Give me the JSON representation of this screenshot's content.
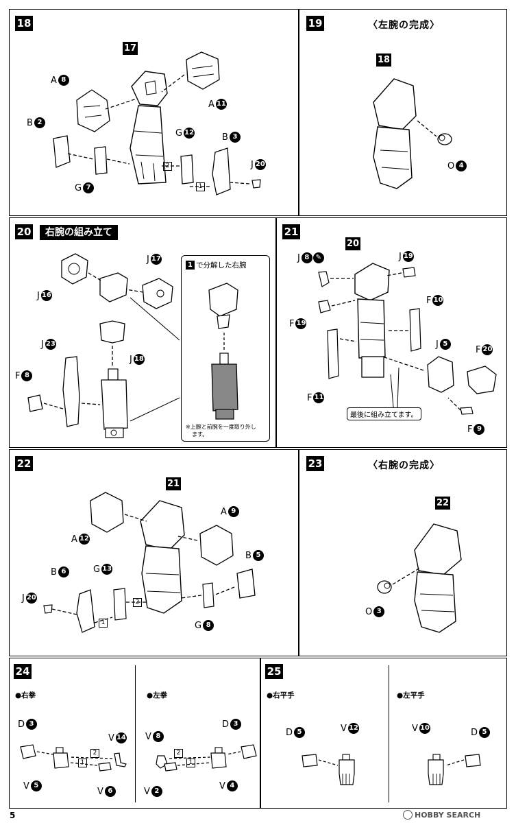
{
  "page_number": "5",
  "watermark": "HOBBY SEARCH",
  "steps": {
    "s18": {
      "num": "18"
    },
    "s19": {
      "num": "19",
      "title": "〈左腕の完成〉"
    },
    "s20": {
      "num": "20",
      "title": "右腕の組み立て",
      "inset_head_num": "1",
      "inset_head": "で分解した右腕",
      "inset_note_1": "※上腕と前腕を一度取り外し",
      "inset_note_2": "ます。"
    },
    "s21": {
      "num": "21",
      "callout": "最後に組み立てます。"
    },
    "s22": {
      "num": "22"
    },
    "s23": {
      "num": "23",
      "title": "〈右腕の完成〉"
    },
    "s24": {
      "num": "24",
      "sub_left": "●右拳",
      "sub_right": "●左拳"
    },
    "s25": {
      "num": "25",
      "sub_left": "●右平手",
      "sub_right": "●左平手"
    }
  },
  "labels": {
    "p18": [
      {
        "letter": "A",
        "n": "8"
      },
      {
        "letter": "A",
        "n": "11"
      },
      {
        "letter": "B",
        "n": "2"
      },
      {
        "letter": "G",
        "n": "12"
      },
      {
        "letter": "B",
        "n": "3"
      },
      {
        "letter": "J",
        "n": "20"
      },
      {
        "letter": "G",
        "n": "7"
      },
      {
        "letter": "",
        "n": "17"
      }
    ],
    "p19": [
      {
        "letter": "",
        "n": "18"
      },
      {
        "letter": "O",
        "n": "4"
      }
    ],
    "p20": [
      {
        "letter": "J",
        "n": "16"
      },
      {
        "letter": "J",
        "n": "17"
      },
      {
        "letter": "J",
        "n": "18"
      },
      {
        "letter": "J",
        "n": "23"
      },
      {
        "letter": "F",
        "n": "8"
      }
    ],
    "p21": [
      {
        "letter": "J",
        "n": "8"
      },
      {
        "letter": "",
        "n": "20"
      },
      {
        "letter": "J",
        "n": "19"
      },
      {
        "letter": "F",
        "n": "10"
      },
      {
        "letter": "F",
        "n": "19"
      },
      {
        "letter": "J",
        "n": "5"
      },
      {
        "letter": "F",
        "n": "20"
      },
      {
        "letter": "F",
        "n": "11"
      },
      {
        "letter": "F",
        "n": "9"
      }
    ],
    "p22": [
      {
        "letter": "",
        "n": "21"
      },
      {
        "letter": "A",
        "n": "9"
      },
      {
        "letter": "A",
        "n": "12"
      },
      {
        "letter": "B",
        "n": "5"
      },
      {
        "letter": "B",
        "n": "6"
      },
      {
        "letter": "G",
        "n": "13"
      },
      {
        "letter": "J",
        "n": "20"
      },
      {
        "letter": "G",
        "n": "8"
      }
    ],
    "p23": [
      {
        "letter": "",
        "n": "22"
      },
      {
        "letter": "O",
        "n": "3"
      }
    ],
    "p24": [
      {
        "letter": "D",
        "n": "3"
      },
      {
        "letter": "V",
        "n": "14"
      },
      {
        "letter": "V",
        "n": "5"
      },
      {
        "letter": "V",
        "n": "6"
      },
      {
        "letter": "V",
        "n": "8"
      },
      {
        "letter": "D",
        "n": "3"
      },
      {
        "letter": "V",
        "n": "2"
      },
      {
        "letter": "V",
        "n": "4"
      }
    ],
    "p25": [
      {
        "letter": "D",
        "n": "5"
      },
      {
        "letter": "V",
        "n": "12"
      },
      {
        "letter": "V",
        "n": "10"
      },
      {
        "letter": "D",
        "n": "5"
      }
    ]
  },
  "order_marks": [
    "1",
    "2"
  ]
}
